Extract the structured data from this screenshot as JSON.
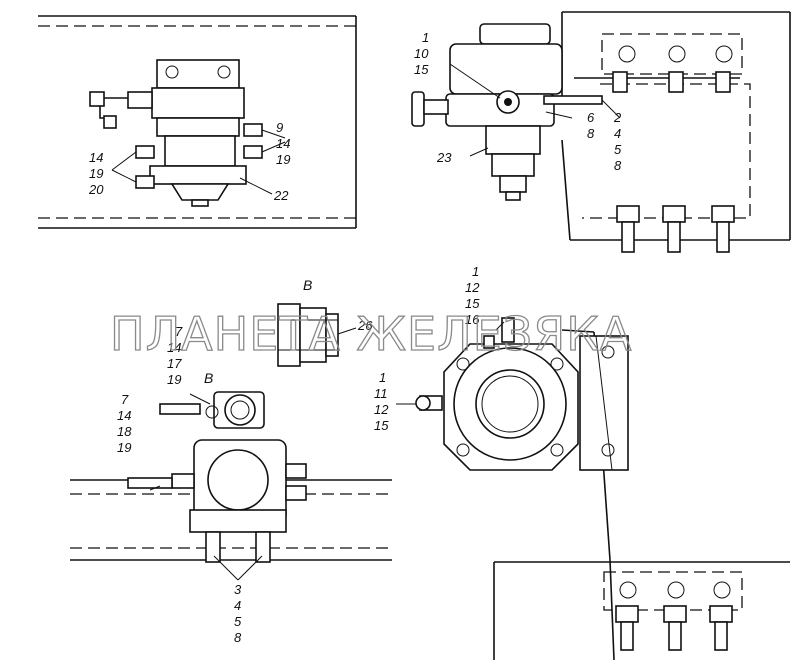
{
  "watermark": "ПЛАНЕТА ЖЕЛЕЗЯКА",
  "view_letter": "В",
  "view_a": {
    "callout_9_14_19": [
      "9",
      "14",
      "19"
    ],
    "callout_14_19_20": [
      "14",
      "19",
      "20"
    ],
    "callout_22": "22"
  },
  "view_b": {
    "callout_1_10_15": [
      "1",
      "10",
      "15"
    ],
    "callout_6_8": [
      "6",
      "8"
    ],
    "callout_2_4_5_8": [
      "2",
      "4",
      "5",
      "8"
    ],
    "callout_23": "23"
  },
  "view_c": {
    "callout_26": "26",
    "callout_7_14_17_19": [
      "7",
      "14",
      "17",
      "19"
    ],
    "view_mark": "В",
    "callout_7_14_18_19": [
      "7",
      "14",
      "18",
      "19"
    ],
    "callout_3_4_5_8": [
      "3",
      "4",
      "5",
      "8"
    ]
  },
  "view_d": {
    "callout_1_12_15_16": [
      "1",
      "12",
      "15",
      "16"
    ],
    "callout_1_11_12_15": [
      "1",
      "11",
      "12",
      "15"
    ]
  }
}
